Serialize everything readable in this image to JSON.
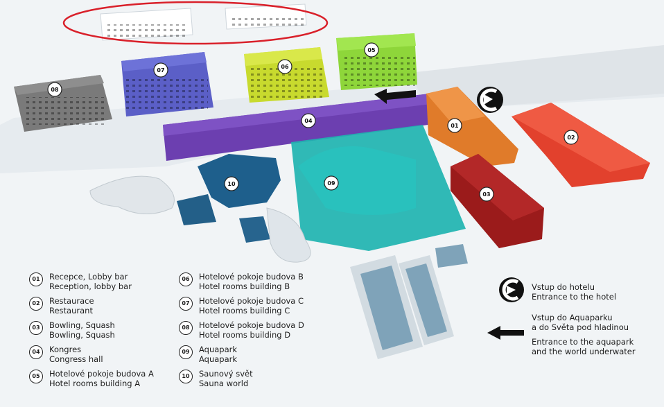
{
  "map": {
    "badges": [
      "01",
      "02",
      "03",
      "04",
      "05",
      "06",
      "07",
      "08",
      "09",
      "10"
    ],
    "colors": {
      "b01": "#e07b2a",
      "b02": "#e2412d",
      "b03": "#9b1b1b",
      "b04": "#6c3fb0",
      "b05": "#8ed63a",
      "b06": "#c8da2e",
      "b07": "#5b5fc7",
      "b08": "#7a7a7a",
      "b09": "#1fb3b0",
      "b10": "#1e5f8c",
      "highlight": "#d9202a"
    }
  },
  "legend": [
    {
      "num": "01",
      "cz": "Recepce, Lobby bar",
      "en": "Reception, lobby bar"
    },
    {
      "num": "02",
      "cz": "Restaurace",
      "en": "Restaurant"
    },
    {
      "num": "03",
      "cz": "Bowling, Squash",
      "en": "Bowling, Squash"
    },
    {
      "num": "04",
      "cz": "Kongres",
      "en": "Congress hall"
    },
    {
      "num": "05",
      "cz": "Hotelové pokoje budova A",
      "en": "Hotel rooms building A"
    },
    {
      "num": "06",
      "cz": "Hotelové pokoje budova B",
      "en": "Hotel rooms building B"
    },
    {
      "num": "07",
      "cz": "Hotelové pokoje budova C",
      "en": "Hotel rooms building C"
    },
    {
      "num": "08",
      "cz": "Hotelové pokoje budova D",
      "en": "Hotel rooms building D"
    },
    {
      "num": "09",
      "cz": "Aquapark",
      "en": "Aquapark"
    },
    {
      "num": "10",
      "cz": "Saunový svět",
      "en": "Sauna world"
    }
  ],
  "entrances": {
    "hotel": {
      "cz": "Vstup do hotelu",
      "en": "Entrance to the hotel",
      "icon": "circle-arrow-left-icon"
    },
    "aquapark": {
      "cz1": "Vstup do Aquaparku",
      "cz2": "a do Světa pod hladinou",
      "en1": "Entrance to the aquapark",
      "en2": "and the world underwater",
      "icon": "arrow-left-icon"
    }
  }
}
